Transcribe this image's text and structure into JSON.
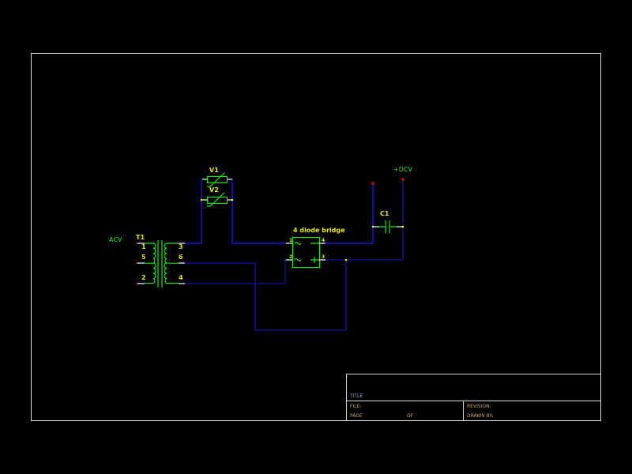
{
  "schematic": {
    "net_labels": {
      "acv": "ACV",
      "dcv": "+DCV"
    },
    "components": {
      "transformer": {
        "ref": "T1",
        "pins": [
          "1",
          "5",
          "2",
          "3",
          "6",
          "4"
        ]
      },
      "varistor1": {
        "ref": "V1"
      },
      "varistor2": {
        "ref": "V2"
      },
      "bridge": {
        "ref": "4 diode bridge",
        "pins": [
          "1",
          "2",
          "4",
          "3"
        ]
      },
      "capacitor": {
        "ref": "C1"
      }
    }
  },
  "title_block": {
    "title": "TITLE",
    "file": "FILE:",
    "page": "PAGE",
    "of": "OF",
    "revision": "REVISION:",
    "drawn_by": "DRAWN BY:"
  },
  "colors": {
    "wire": "#1a1aff",
    "component": "#19e619",
    "label": "#e6e600",
    "border": "#ffffff"
  }
}
